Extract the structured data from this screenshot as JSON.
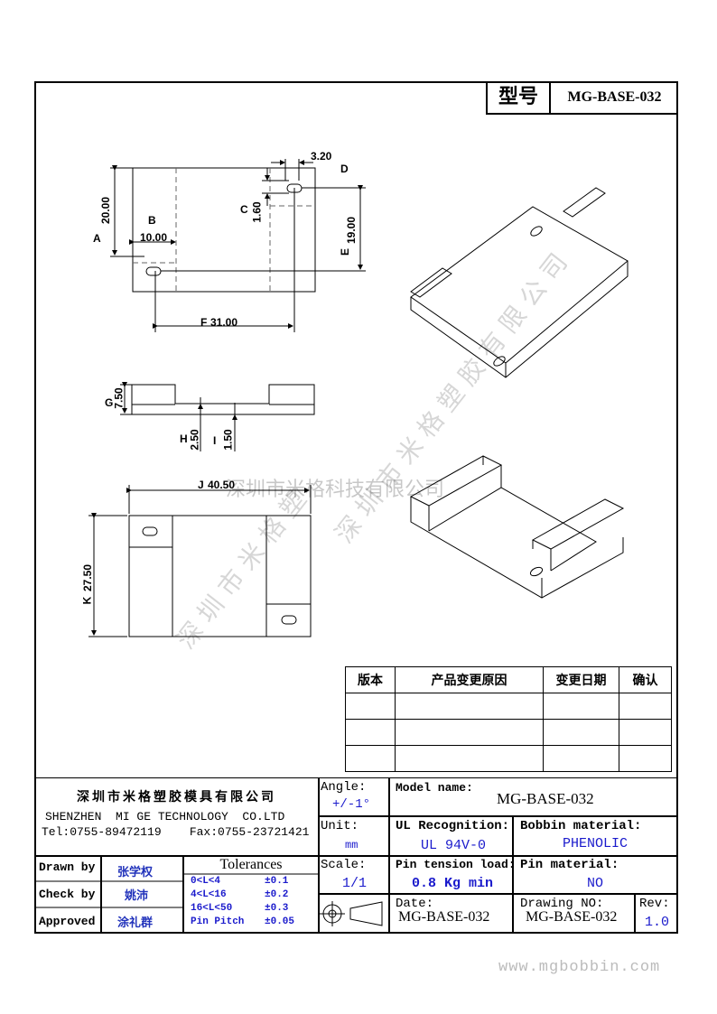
{
  "header": {
    "model_label": "型号",
    "model_value": "MG-BASE-032"
  },
  "dims": {
    "a": "A",
    "a_val": "20.00",
    "b": "B",
    "b_val": "10.00",
    "c": "C",
    "c_val": "1.60",
    "d": "D",
    "d_val": "3.20",
    "e": "E",
    "e_val": "19.00",
    "f": "F",
    "f_val": "31.00",
    "g": "G",
    "g_val": "7.50",
    "h": "H",
    "h_val": "2.50",
    "i": "I",
    "i_val": "1.50",
    "j": "J",
    "j_val": "40.50",
    "k": "K",
    "k_val": "27.50"
  },
  "watermark": {
    "company_horizontal": "深圳市米格科技有限公司",
    "company_diag1": "深 圳 市 米 格 塑 胶 有 限 公 司",
    "company_diag2": "深 圳 市 米 格 塑"
  },
  "revision_table": {
    "headers": [
      "版本",
      "产品变更原因",
      "变更日期",
      "确认"
    ],
    "rows": [
      [
        "",
        "",
        "",
        ""
      ],
      [
        "",
        "",
        "",
        ""
      ],
      [
        "",
        "",
        "",
        ""
      ]
    ]
  },
  "title_block": {
    "company_cn": "深圳市米格塑胶模具有限公司",
    "company_en": "SHENZHEN  MI GE TECHNOLOGY  CO.LTD",
    "contact": "Tel:0755-89472119    Fax:0755-23721421",
    "drawn_by_label": "Drawn by",
    "drawn_by": "张学权",
    "check_by_label": "Check by",
    "check_by": "姚沛",
    "approved_label": "Approved",
    "approved": "涂礼群",
    "tolerances_label": "Tolerances",
    "tolerances": [
      {
        "range": "0<L<4",
        "tol": "±0.1"
      },
      {
        "range": "4<L<16",
        "tol": "±0.2"
      },
      {
        "range": "16<L<50",
        "tol": "±0.3"
      },
      {
        "range": "Pin Pitch",
        "tol": "±0.05"
      }
    ],
    "angle_label": "Angle:",
    "angle_value": "+/-1°",
    "unit_label": "Unit:",
    "unit_value": "mm",
    "scale_label": "Scale:",
    "scale_value": "1/1",
    "model_name_label": "Model name:",
    "model_name": "MG-BASE-032",
    "ul_label": "UL Recognition:",
    "ul_value": "UL 94V-0",
    "bobbin_label": "Bobbin material:",
    "bobbin_value": "PHENOLIC",
    "pin_tension_label": "Pin tension load:",
    "pin_tension_value": "0.8 Kg min",
    "pin_material_label": "Pin material:",
    "pin_material_value": "NO",
    "date_label": "Date:",
    "date_value": "MG-BASE-032",
    "drawing_no_label": "Drawing NO:",
    "drawing_no_value": "MG-BASE-032",
    "rev_label": "Rev:",
    "rev_value": "1.0"
  },
  "footer": {
    "url": "www.mgbobbin.com"
  }
}
